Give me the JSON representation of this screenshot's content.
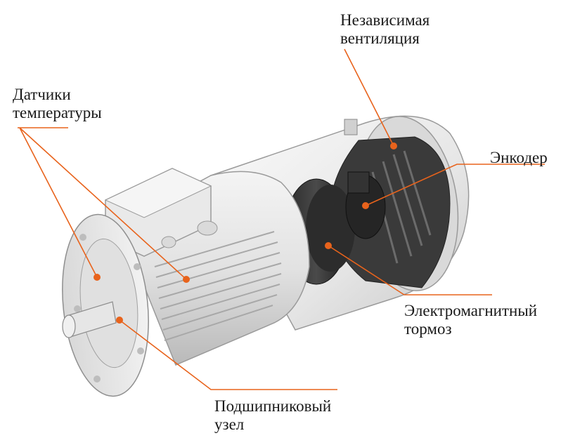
{
  "labels": {
    "ventilation": [
      "Независимая",
      "вентиляция"
    ],
    "sensors": [
      "Датчики",
      "температуры"
    ],
    "encoder": "Энкодер",
    "brake": [
      "Электромагнитный",
      "тормоз"
    ],
    "bearing": [
      "Подшипниковый",
      "узел"
    ]
  },
  "colors": {
    "accent": "#e8631c",
    "background": "#ffffff",
    "text": "#1a1a1a"
  }
}
